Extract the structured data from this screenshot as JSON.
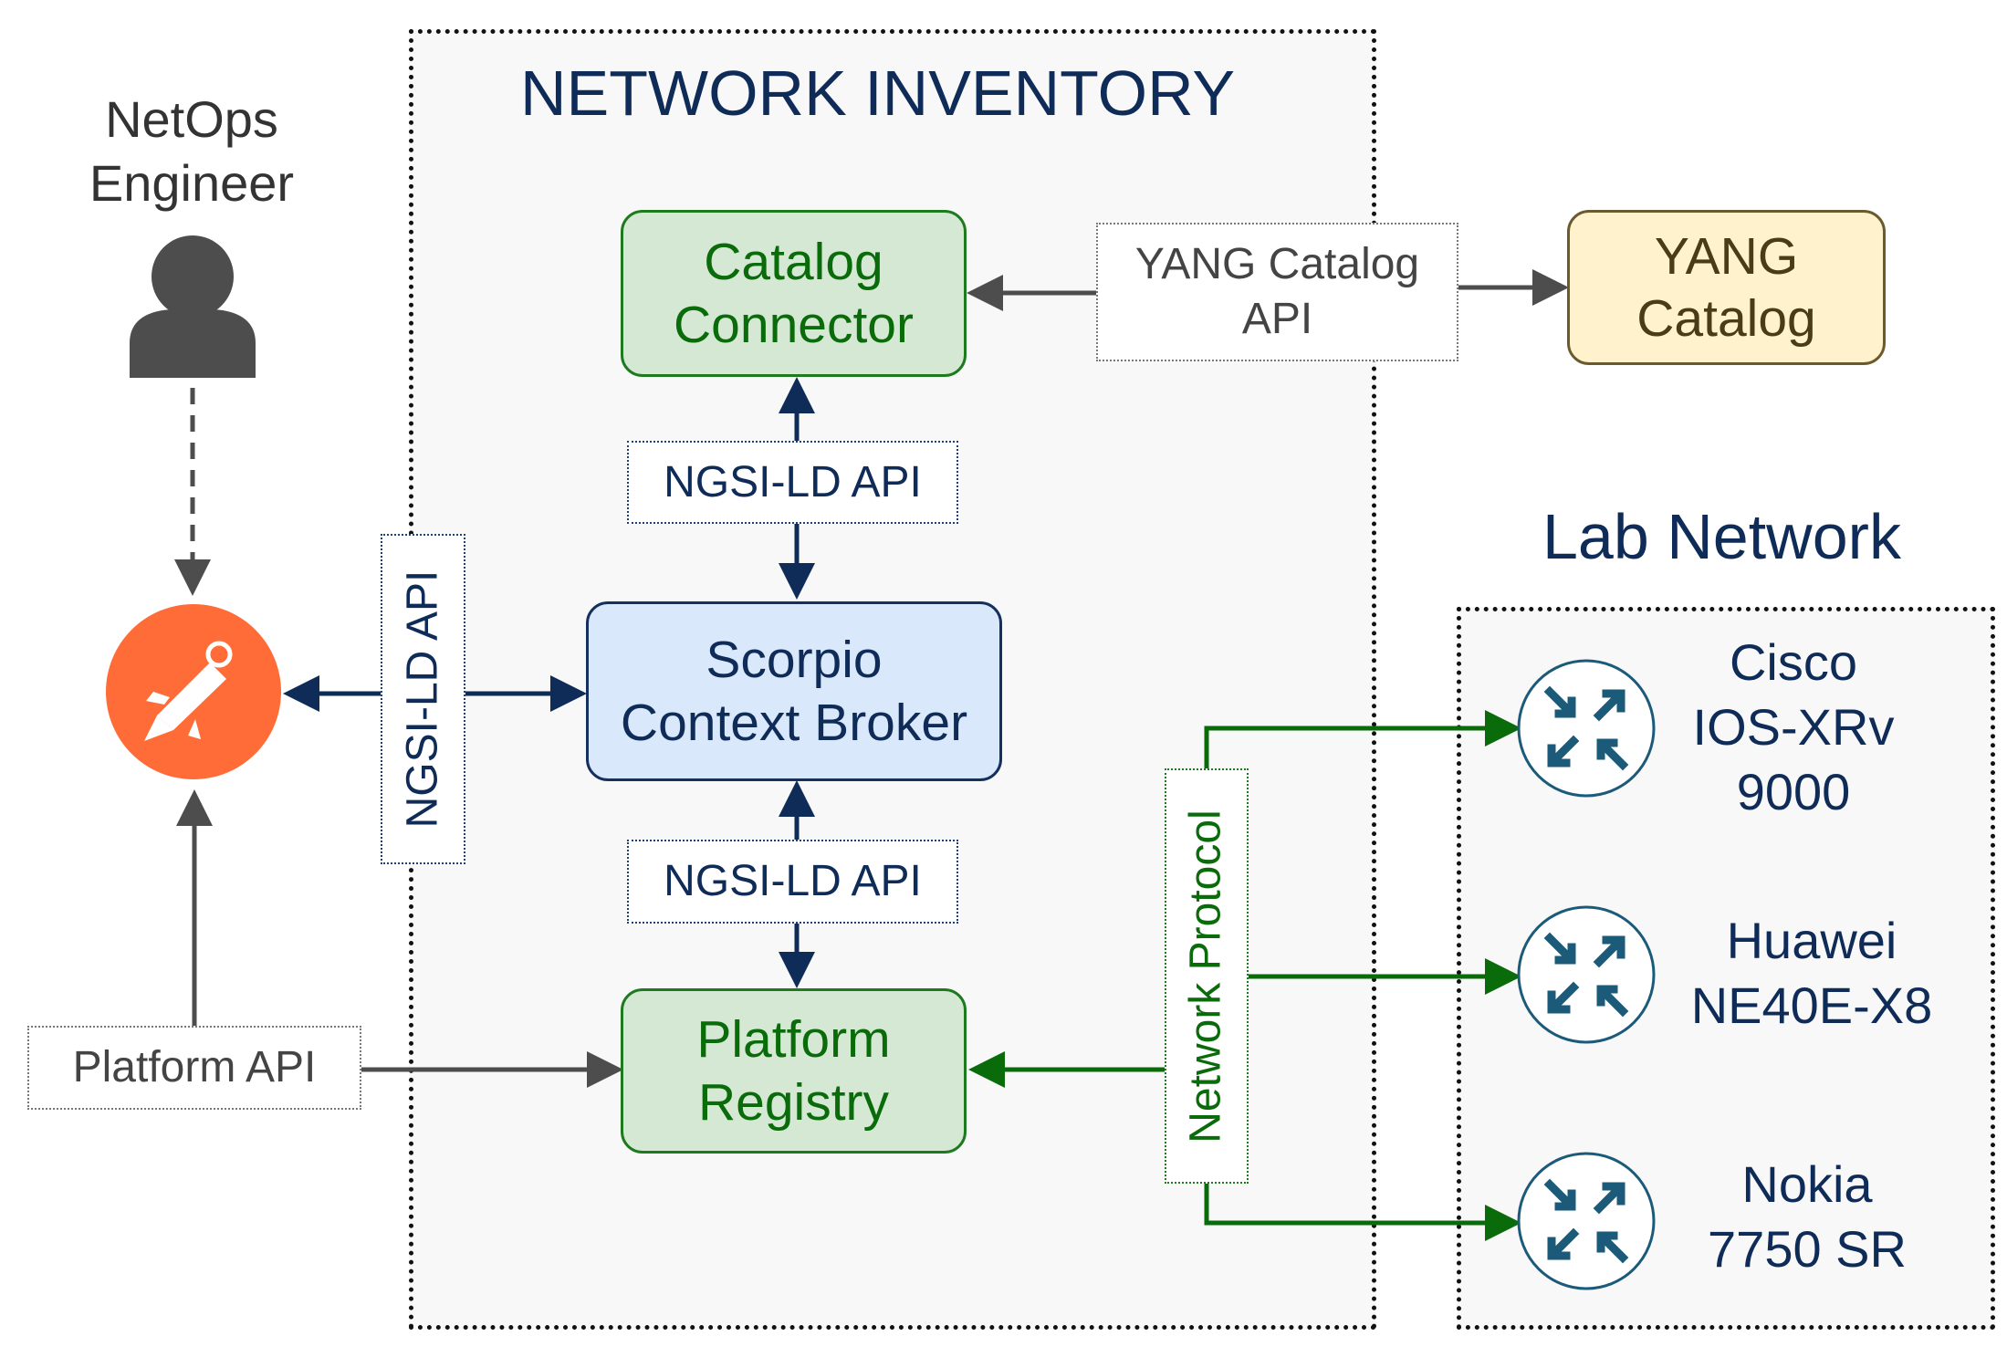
{
  "regions": {
    "network_inventory": {
      "title": "NETWORK INVENTORY"
    },
    "lab_network": {
      "title": "Lab Network"
    }
  },
  "actor": {
    "label": "NetOps\nEngineer",
    "icon": "user-icon"
  },
  "client": {
    "icon": "postman-icon",
    "color": "#ff6c37"
  },
  "components": {
    "catalog_connector": "Catalog\nConnector",
    "scorpio": "Scorpio\nContext Broker",
    "platform_registry": "Platform\nRegistry",
    "yang_catalog": "YANG\nCatalog"
  },
  "apis": {
    "yang_catalog_api": "YANG Catalog\nAPI",
    "ngsi_ld_top": "NGSI-LD API",
    "ngsi_ld_bottom": "NGSI-LD API",
    "ngsi_ld_vertical": "NGSI-LD API",
    "platform_api": "Platform API",
    "network_protocol": "Network Protocol"
  },
  "devices": [
    {
      "icon": "router-icon",
      "label": "Cisco\nIOS-XRv\n9000"
    },
    {
      "icon": "router-icon",
      "label": "Huawei\nNE40E-X8"
    },
    {
      "icon": "router-icon",
      "label": "Nokia\n7750 SR"
    }
  ],
  "colors": {
    "navy": "#0f2b57",
    "green": "#0a6b0a",
    "gray": "#4d4d4d",
    "router": "#1c5a7a"
  }
}
